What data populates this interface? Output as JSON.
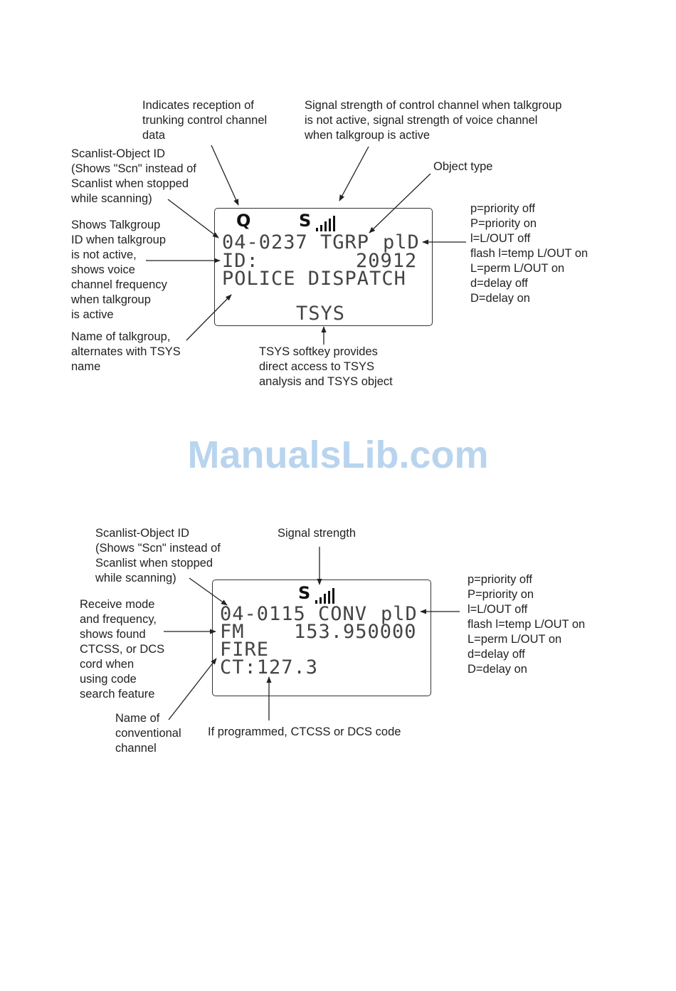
{
  "top": {
    "annotations": {
      "control_channel": "Indicates reception of\ntrunking control channel\ndata",
      "signal": "Signal strength of control channel when talkgroup\nis not active, signal strength of voice channel\nwhen talkgroup is active",
      "scanlist_id": "Scanlist-Object ID\n(Shows \"Scn\" instead of\nScanlist when stopped\nwhile scanning)",
      "object_type": "Object type",
      "talkgroup_id": "Shows Talkgroup\nID when talkgroup\nis not active,\nshows voice\nchannel frequency\nwhen talkgroup\nis active",
      "talkgroup_name": "Name of talkgroup,\nalternates with TSYS\nname",
      "tsys_softkey": "TSYS softkey provides\ndirect access to TSYS\nanalysis and TSYS object",
      "status_legend": "p=priority off\nP=priority on\nl=L/OUT off\nflash l=temp L/OUT on\nL=perm L/OUT on\nd=delay off\nD=delay on"
    },
    "lcd": {
      "icon_control": "Q",
      "icon_signal": "S",
      "line1": "04-0237 TGRP",
      "line1_flags": "plD",
      "line2_label": "ID:",
      "line2_value": "20912",
      "line3": "POLICE DISPATCH",
      "softkey": "TSYS"
    }
  },
  "watermark": "ManualsLib.com",
  "bottom": {
    "annotations": {
      "scanlist_id": "Scanlist-Object ID\n(Shows \"Scn\" instead of\nScanlist when stopped\nwhile scanning)",
      "signal": "Signal strength",
      "receive_mode": "Receive mode\nand frequency,\nshows found\nCTCSS, or DCS\ncord when\nusing code\nsearch feature",
      "channel_name": "Name of\nconventional\nchannel",
      "ctcss_code": "If programmed, CTCSS or DCS code",
      "status_legend": "p=priority off\nP=priority on\nl=L/OUT off\nflash l=temp L/OUT on\nL=perm L/OUT on\nd=delay off\nD=delay on"
    },
    "lcd": {
      "icon_signal": "S",
      "line1": "04-0115 CONV",
      "line1_flags": "plD",
      "line2_mode": "FM",
      "line2_freq": "153.950000",
      "line3": "FIRE",
      "line4": "CT:127.3"
    }
  }
}
